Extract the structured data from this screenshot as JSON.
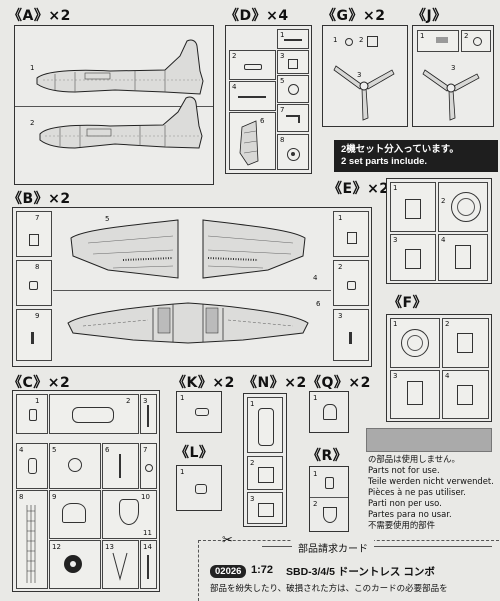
{
  "sprues": {
    "A": {
      "label": "《A》×2",
      "parts": [
        "1",
        "2"
      ]
    },
    "D": {
      "label": "《D》×4",
      "parts": [
        "1",
        "2",
        "3",
        "4",
        "5",
        "6",
        "7",
        "8"
      ]
    },
    "G": {
      "label": "《G》×2",
      "parts": [
        "1",
        "2",
        "3"
      ]
    },
    "J": {
      "label": "《J》",
      "parts": [
        "1",
        "2",
        "3"
      ]
    },
    "B": {
      "label": "《B》×2",
      "parts": [
        "1",
        "2",
        "3",
        "4",
        "5",
        "6",
        "7",
        "8",
        "9"
      ]
    },
    "E": {
      "label": "《E》×2",
      "parts": [
        "1",
        "2",
        "3",
        "4"
      ]
    },
    "F": {
      "label": "《F》",
      "parts": [
        "1",
        "2",
        "3",
        "4"
      ]
    },
    "C": {
      "label": "《C》×2",
      "parts": [
        "1",
        "2",
        "3",
        "4",
        "5",
        "6",
        "7",
        "8",
        "9",
        "10",
        "11",
        "12",
        "13",
        "14"
      ]
    },
    "K": {
      "label": "《K》×2",
      "parts": [
        "1"
      ]
    },
    "N": {
      "label": "《N》×2",
      "parts": [
        "1",
        "2",
        "3"
      ]
    },
    "Q": {
      "label": "《Q》×2",
      "parts": [
        "1"
      ]
    },
    "L": {
      "label": "《L》",
      "parts": [
        "1"
      ]
    },
    "R": {
      "label": "《R》",
      "parts": [
        "1",
        "2"
      ]
    }
  },
  "set_note": {
    "jp": "2機セット分入っています。",
    "en": "2 set parts include."
  },
  "not_for_use": {
    "jp": "の部品は使用しません。",
    "en": "Parts not for use.",
    "de": "Teile werden nicht verwendet.",
    "fr": "Pièces à ne pas utiliser.",
    "it": "Parti non per uso.",
    "es": "Partes para no usar.",
    "zh": "不需要使用的部件"
  },
  "order_card": {
    "title": "部品請求カード",
    "code": "02026",
    "scale": "1:72",
    "model": "SBD-3/4/5 ドーントレス コンボ",
    "footer": "部品を紛失したり、破損された方は、このカードの必要部品を"
  },
  "icons": [
    "scissors-icon",
    "propeller-icon",
    "fuselage-icon",
    "wing-icon"
  ],
  "colors": {
    "not_for_use_swatch": "#aaaaaa",
    "frame": "#333333",
    "paper": "#e9e9e6"
  }
}
